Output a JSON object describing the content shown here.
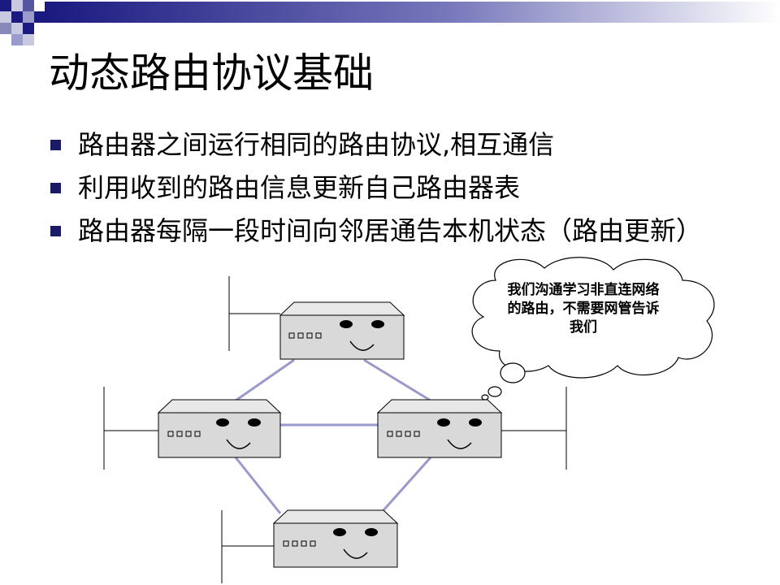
{
  "slide": {
    "title": "动态路由协议基础",
    "bullets": [
      "路由器之间运行相同的路由协议,相互通信",
      "利用收到的路由信息更新自己路由器表",
      "路由器每隔一段时间向邻居通告本机状态（路由更新）"
    ],
    "bullet_color": "#1a1a66"
  },
  "diagram": {
    "cloud_text": "我们沟通学习非直连网络的路由，不需要网管告诉我们",
    "link_color": "#9999cc",
    "router_fill": "#d9d9d9",
    "routers": [
      "router-top",
      "router-left",
      "router-right",
      "router-bottom"
    ]
  },
  "theme": {
    "accent_dark": "#1a1a66",
    "accent_light": "#8888bb"
  }
}
